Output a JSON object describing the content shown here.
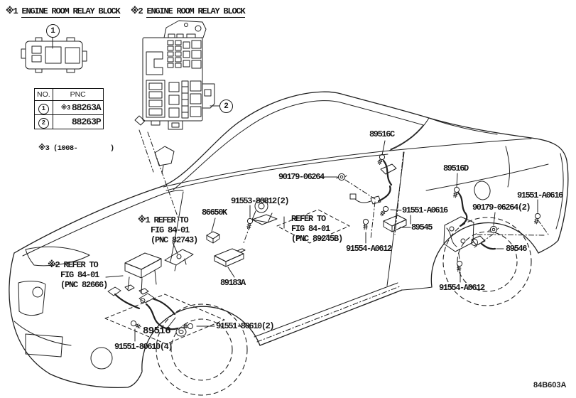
{
  "diagram": {
    "insets": {
      "relay1": {
        "prefix": "※1",
        "title": "ENGINE ROOM RELAY BLOCK",
        "callout": "1"
      },
      "relay2": {
        "prefix": "※2",
        "title": "ENGINE ROOM RELAY BLOCK",
        "callout": "2"
      }
    },
    "table": {
      "col_no": "NO.",
      "col_pnc": "PNC",
      "rows": [
        {
          "no": "1",
          "prefix": "※3",
          "pnc": "88263A"
        },
        {
          "no": "2",
          "prefix": "",
          "pnc": "88263P"
        }
      ]
    },
    "note": "※3 (1008-        )",
    "labels": {
      "l_89516c": "89516C",
      "l_90179_06264": "90179-06264",
      "l_89516d": "89516D",
      "l_91553_80812": "91553-80812(2)",
      "l_91551_a0616_rear": "91551-A0616",
      "l_90179_06264_2": "90179-06264(2)",
      "l_91551_a0616_mid": "91551-A0616",
      "l_89545": "89545",
      "l_86650k": "86650K",
      "l_91554_a0612_mid": "91554-A0612",
      "l_89546": "89546",
      "l_91554_a0612_rear": "91554-A0612",
      "l_89183a": "89183A",
      "l_89516": "89516",
      "l_91551_80610_2": "91551-80610(2)",
      "l_91551_80610_4": "91551-80610(4)"
    },
    "refs": {
      "ref1": {
        "line1": "※1 REFER TO",
        "line2": "FIG 84-01",
        "line3": "(PNC 82743)"
      },
      "ref2": {
        "line1": "REFER TO",
        "line2": "FIG 84-01",
        "line3": "(PNC 89245B)"
      },
      "ref3": {
        "line1": "※2 REFER TO",
        "line2": "FIG 84-01",
        "line3": "(PNC 82666)"
      }
    },
    "footer_code": "84B603A",
    "colors": {
      "line": "#1f1f1f",
      "background": "#ffffff"
    }
  }
}
